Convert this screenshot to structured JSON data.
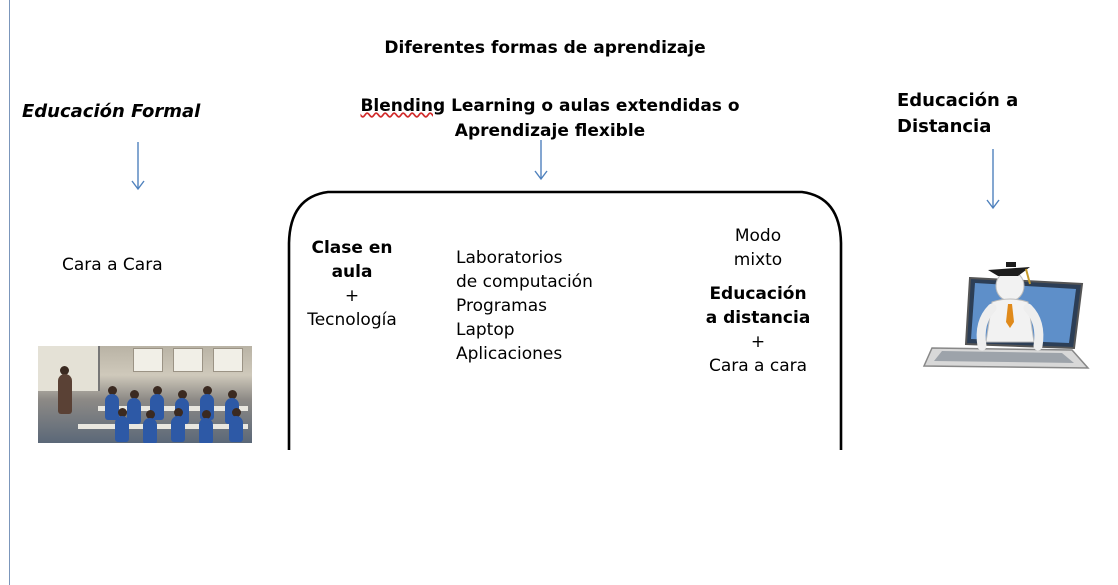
{
  "title": "Diferentes formas de aprendizaje",
  "formal": {
    "title": "Educación Formal",
    "label": "Cara a Cara"
  },
  "blended": {
    "title_word": "Blending",
    "title_rest": " Learning o aulas extendidas o",
    "title_line2": "Aprendizaje flexible",
    "col1": {
      "bold_line1": "Clase en",
      "bold_line2": "aula",
      "plus": "+",
      "line": "Tecnología"
    },
    "col2": {
      "lines": [
        "Laboratorios",
        "de computación",
        "Programas",
        "Laptop",
        "Aplicaciones"
      ]
    },
    "col3": {
      "line1": "Modo",
      "line2": "mixto",
      "bold_line1": "Educación",
      "bold_line2": "a distancia",
      "plus": "+",
      "line3": "Cara a cara"
    }
  },
  "distance": {
    "title_line1": "Educación a",
    "title_line2": "Distancia"
  },
  "colors": {
    "arrow": "#4f81bd",
    "rule": "#7b96bb",
    "bracket": "#000000"
  },
  "icons": [
    "arrow-down-icon",
    "classroom-photo",
    "graduate-laptop-illustration"
  ]
}
